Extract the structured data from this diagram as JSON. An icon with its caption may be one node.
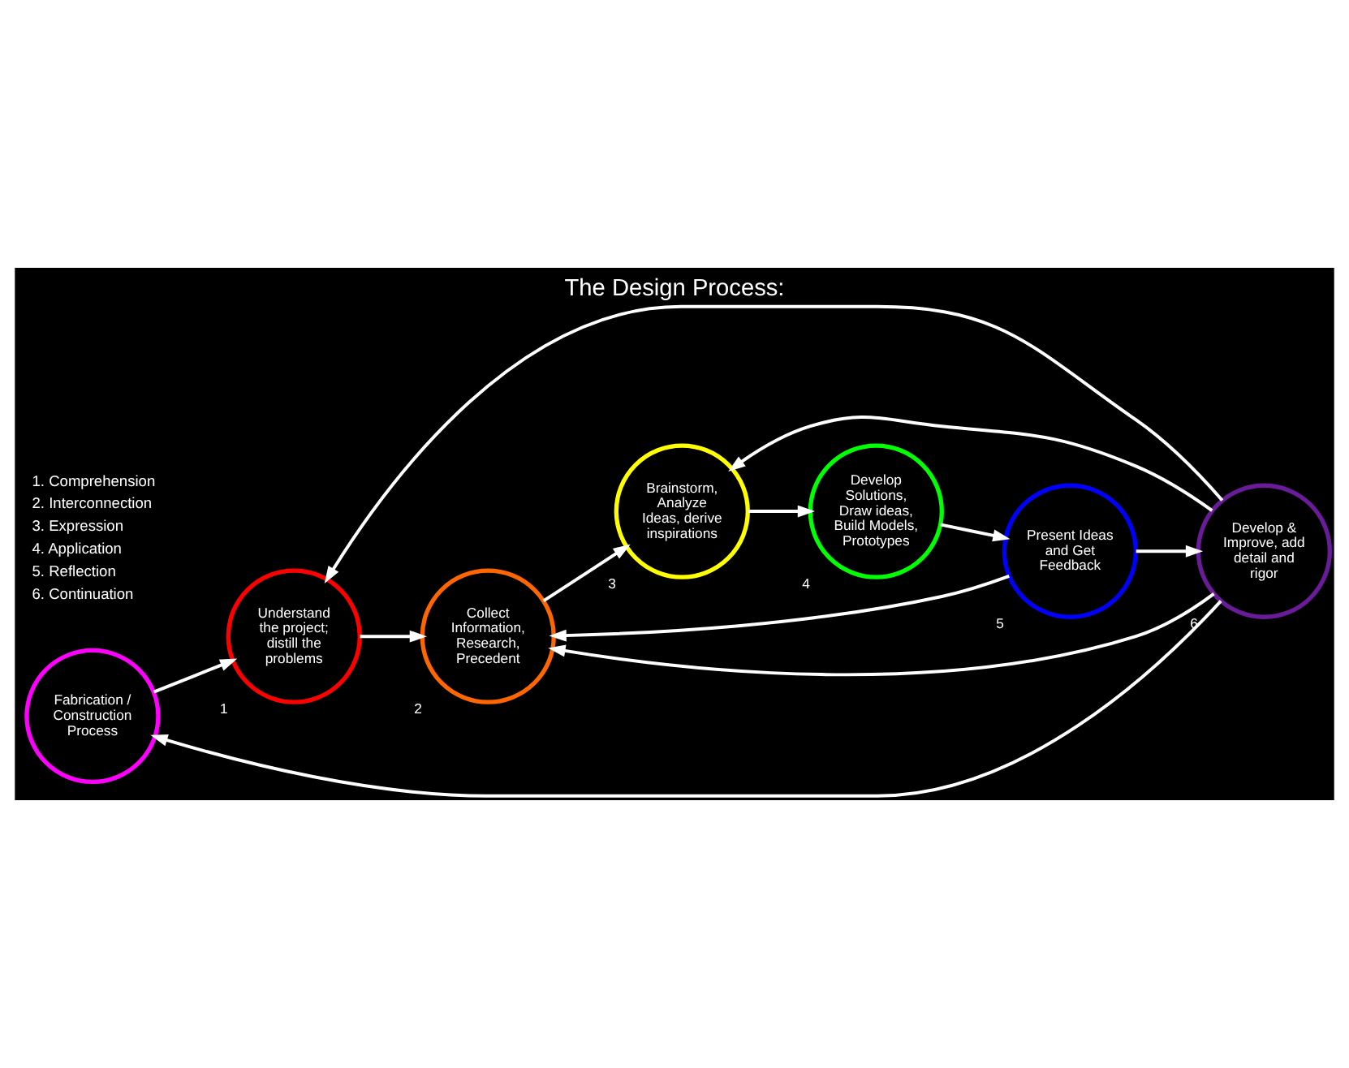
{
  "diagram": {
    "title": "The Design Process:",
    "nodes": [
      {
        "text": [
          "Fabrication / Construction Process"
        ]
      },
      {
        "text": [
          "Understand the project; distill the problems"
        ],
        "beside": [
          "1"
        ]
      },
      {
        "text": [
          "Collect Information, Research, Precedent"
        ],
        "beside": [
          "2"
        ]
      },
      {
        "text": [
          "Develop & Improve, add detail and rigor"
        ],
        "beside": [
          "6"
        ]
      },
      {
        "text": [
          "Brainstorm, Analyze Ideas, derive inspirations"
        ],
        "beside": [
          "3"
        ]
      },
      {
        "text": [
          "Present Ideas and Get Feedback"
        ],
        "beside": [
          "5"
        ]
      },
      {
        "text": [
          "Develop Solutions, Draw ideas, Build Models, Prototypes"
        ],
        "beside": [
          "4"
        ]
      }
    ],
    "edges": [
      {
        "from": 0,
        "to": 1,
        "arrow": "to"
      },
      {
        "from": 1,
        "to": 2,
        "arrow": "to"
      },
      {
        "from": 2,
        "to": 4,
        "arrow": "to"
      },
      {
        "from": 4,
        "to": 6,
        "arrow": "to"
      },
      {
        "from": 6,
        "to": 5,
        "arrow": "to"
      },
      {
        "from": 5,
        "to": 3,
        "arrow": "to"
      },
      {
        "from": 3,
        "to": 0,
        "arrow": "to"
      },
      {
        "from": 3,
        "to": 1,
        "arrow": "to"
      },
      {
        "from": 3,
        "to": 2,
        "arrow": "to"
      },
      {
        "from": 3,
        "to": 4,
        "arrow": "to"
      },
      {
        "from": 5,
        "to": 2,
        "arrow": "to"
      }
    ],
    "labels": [
      "1. Comprehension",
      "2. Interconnection",
      "3. Expression",
      "4. Application",
      "5. Reflection",
      "6. Continuation"
    ]
  }
}
